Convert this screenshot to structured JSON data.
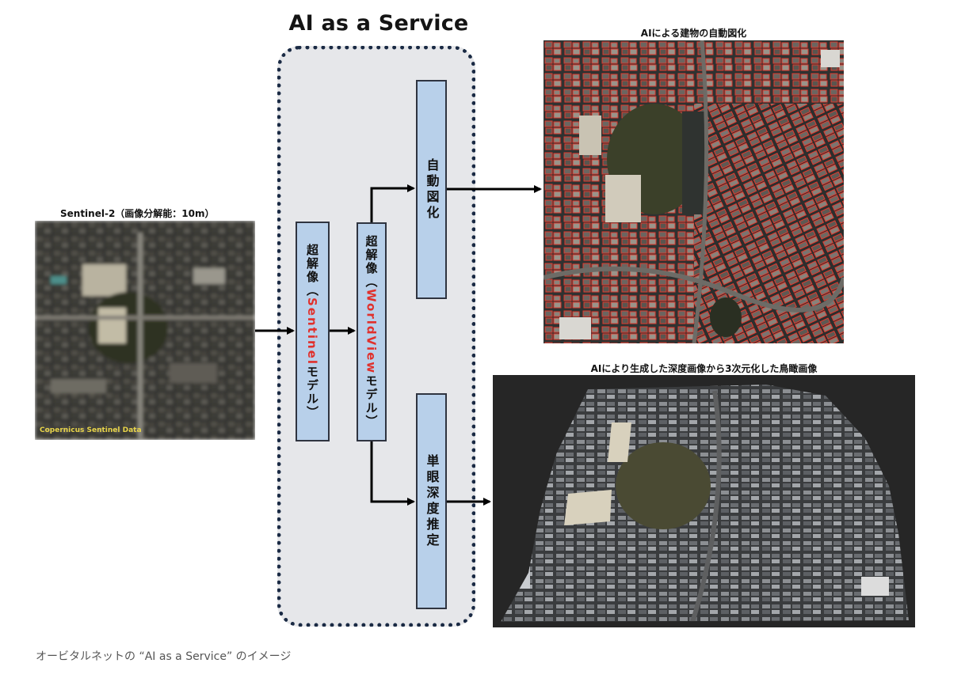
{
  "diagram": {
    "service_title": "AI as a Service",
    "input": {
      "caption": "Sentinel-2（画像分解能：10m）",
      "watermark": "Copernicus Sentinel Data"
    },
    "blocks": {
      "sr_sentinel": {
        "pre": "超解像",
        "paren_open": "（",
        "model": "Sentinel",
        "post": "モデル",
        "paren_close": "）"
      },
      "sr_worldview": {
        "pre": "超解像",
        "paren_open": "（",
        "model": "WorldView",
        "post": "モデル",
        "paren_close": "）"
      },
      "auto_mapping": "自動図化",
      "depth_estimation": "単眼深度推定"
    },
    "outputs": {
      "building_map_caption": "AIによる建物の自動図化",
      "birdseye_caption": "AIにより生成した深度画像から3次元化した鳥瞰画像"
    }
  },
  "footer_caption": "オービタルネットの “AI as a Service” のイメージ",
  "colors": {
    "block_fill": "#b8d0ea",
    "model_highlight": "#e0302c",
    "service_box_fill": "#e6e7ea",
    "service_box_border": "#1a2a44",
    "building_outline": "#e23a2e",
    "watermark": "#e8d44a"
  }
}
